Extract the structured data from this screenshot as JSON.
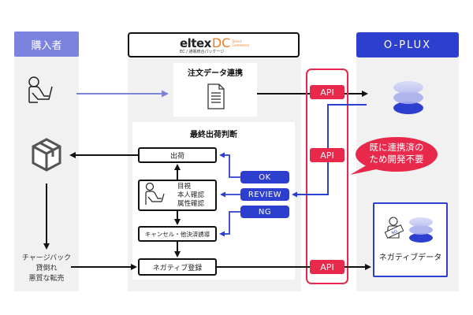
{
  "lanes": {
    "buyer": {
      "title": "購入者",
      "header_color": "#7b83de"
    },
    "eltex": {
      "logo_main": "eltex",
      "logo_accent": "DC",
      "logo_sub_line1": "Direct",
      "logo_sub_line2": "Commerce",
      "tagline": "EC / 通販統合パッケージ",
      "accent_color": "#f07b1c"
    },
    "oplux": {
      "title": "O-PLUX",
      "header_color": "#2d3fcf"
    }
  },
  "order_sync": {
    "title": "注文データ連携",
    "icon": "document-icon"
  },
  "final_decision": {
    "title": "最終出荷判断",
    "ship_label": "出荷",
    "review_lines": [
      "目視",
      "本人確認",
      "属性確認"
    ],
    "cancel_label": "キャンセル・他決済誘導",
    "negative_register_label": "ネガティブ登録"
  },
  "results": [
    {
      "label": "OK"
    },
    {
      "label": "REVIEW"
    },
    {
      "label": "NG"
    }
  ],
  "api_labels": [
    "API",
    "API",
    "API"
  ],
  "api_color": "#e8294b",
  "callout": {
    "line1": "既に連携済の",
    "line2": "ため開発不要"
  },
  "buyer_outcome": {
    "lines": [
      "チャージバック",
      "貸倒れ",
      "悪質な転売"
    ]
  },
  "negative_data": {
    "label": "ネガティブデータ",
    "stamp": "NG"
  }
}
